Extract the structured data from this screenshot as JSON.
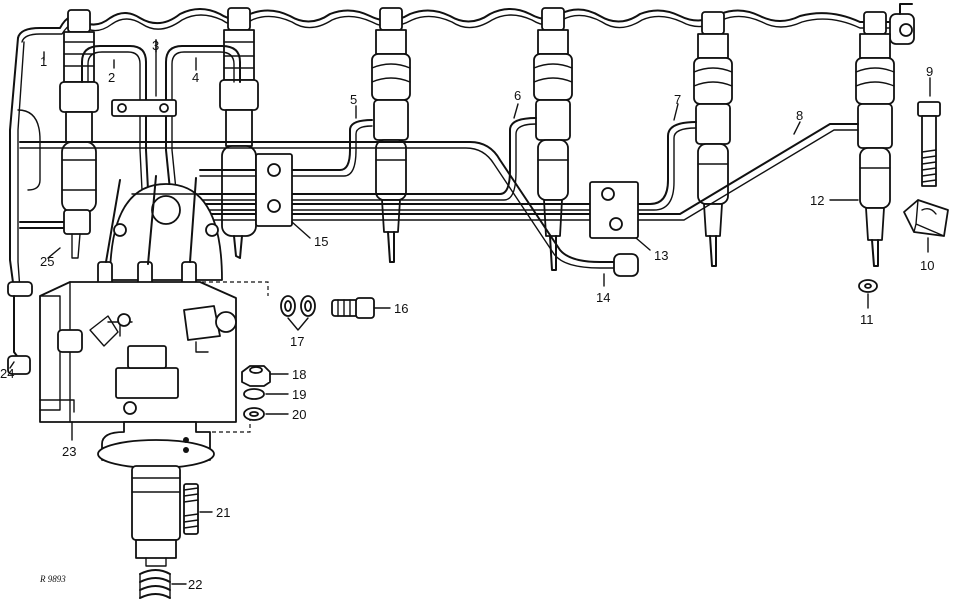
{
  "figure_ref": "R 9893",
  "callouts": [
    {
      "id": "1",
      "text": "1"
    },
    {
      "id": "2",
      "text": "2"
    },
    {
      "id": "3",
      "text": "3"
    },
    {
      "id": "4",
      "text": "4"
    },
    {
      "id": "5",
      "text": "5"
    },
    {
      "id": "6",
      "text": "6"
    },
    {
      "id": "7",
      "text": "7"
    },
    {
      "id": "8",
      "text": "8"
    },
    {
      "id": "9",
      "text": "9"
    },
    {
      "id": "10",
      "text": "10"
    },
    {
      "id": "11",
      "text": "11"
    },
    {
      "id": "12",
      "text": "12"
    },
    {
      "id": "13",
      "text": "13"
    },
    {
      "id": "14",
      "text": "14"
    },
    {
      "id": "15",
      "text": "15"
    },
    {
      "id": "16",
      "text": "16"
    },
    {
      "id": "17",
      "text": "17"
    },
    {
      "id": "18",
      "text": "18"
    },
    {
      "id": "19",
      "text": "19"
    },
    {
      "id": "20",
      "text": "20"
    },
    {
      "id": "21",
      "text": "21"
    },
    {
      "id": "22",
      "text": "22"
    },
    {
      "id": "23",
      "text": "23"
    },
    {
      "id": "24",
      "text": "24"
    },
    {
      "id": "25",
      "text": "25"
    }
  ]
}
